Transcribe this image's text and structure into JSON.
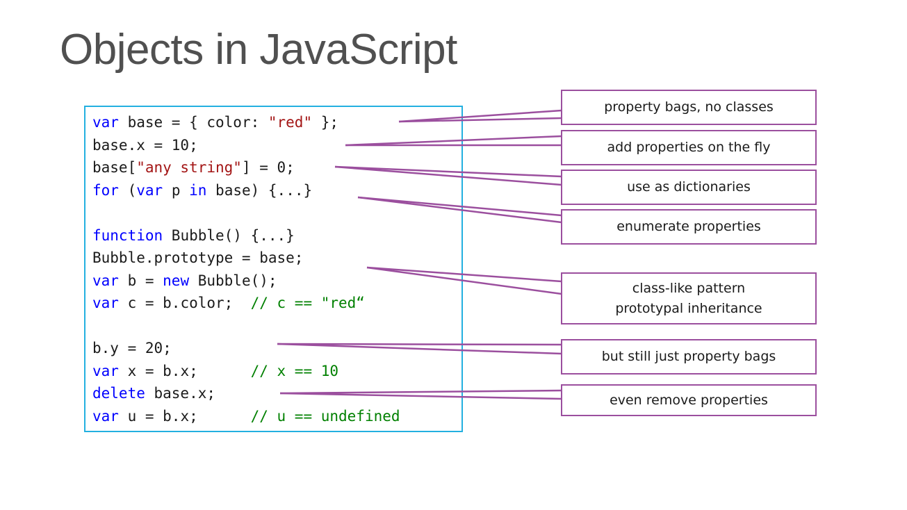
{
  "slide": {
    "title": "Objects in JavaScript"
  },
  "code": {
    "lines": [
      [
        {
          "t": "var",
          "k": "kw"
        },
        {
          "t": " base = { color: "
        },
        {
          "t": "\"red\"",
          "k": "str"
        },
        {
          "t": " };"
        }
      ],
      [
        {
          "t": "base.x = 10;"
        }
      ],
      [
        {
          "t": "base["
        },
        {
          "t": "\"any string\"",
          "k": "str"
        },
        {
          "t": "] = 0;"
        }
      ],
      [
        {
          "t": "for",
          "k": "kw"
        },
        {
          "t": " ("
        },
        {
          "t": "var",
          "k": "kw"
        },
        {
          "t": " p "
        },
        {
          "t": "in",
          "k": "kw"
        },
        {
          "t": " base) {...}"
        }
      ],
      [],
      [
        {
          "t": "function",
          "k": "kw"
        },
        {
          "t": " Bubble() {...}"
        }
      ],
      [
        {
          "t": "Bubble.prototype = base;"
        }
      ],
      [
        {
          "t": "var",
          "k": "kw"
        },
        {
          "t": " b = "
        },
        {
          "t": "new",
          "k": "kw"
        },
        {
          "t": " Bubble();"
        }
      ],
      [
        {
          "t": "var",
          "k": "kw"
        },
        {
          "t": " c = b.color;  "
        },
        {
          "t": "// c == \"red“",
          "k": "cm"
        }
      ],
      [],
      [
        {
          "t": "b.y = 20;"
        }
      ],
      [
        {
          "t": "var",
          "k": "kw"
        },
        {
          "t": " x = b.x;      "
        },
        {
          "t": "// x == 10",
          "k": "cm"
        }
      ],
      [
        {
          "t": "delete",
          "k": "kw"
        },
        {
          "t": " base.x;"
        }
      ],
      [
        {
          "t": "var",
          "k": "kw"
        },
        {
          "t": " u = b.x;      "
        },
        {
          "t": "// u == undefined",
          "k": "cm"
        }
      ]
    ]
  },
  "callouts": {
    "c1": {
      "lines": [
        "property bags, no classes"
      ]
    },
    "c2": {
      "lines": [
        "add properties on the fly"
      ]
    },
    "c3": {
      "lines": [
        "use as dictionaries"
      ]
    },
    "c4": {
      "lines": [
        "enumerate properties"
      ]
    },
    "c5": {
      "lines": [
        "class-like pattern",
        "prototypal inheritance"
      ]
    },
    "c6": {
      "lines": [
        "but still just property bags"
      ]
    },
    "c7": {
      "lines": [
        "even remove properties"
      ]
    }
  },
  "colors": {
    "keyword": "#0000ff",
    "string": "#a31515",
    "comment": "#008000",
    "code_border": "#23b0e0",
    "callout_border": "#9b4f9e",
    "title": "#505050"
  }
}
